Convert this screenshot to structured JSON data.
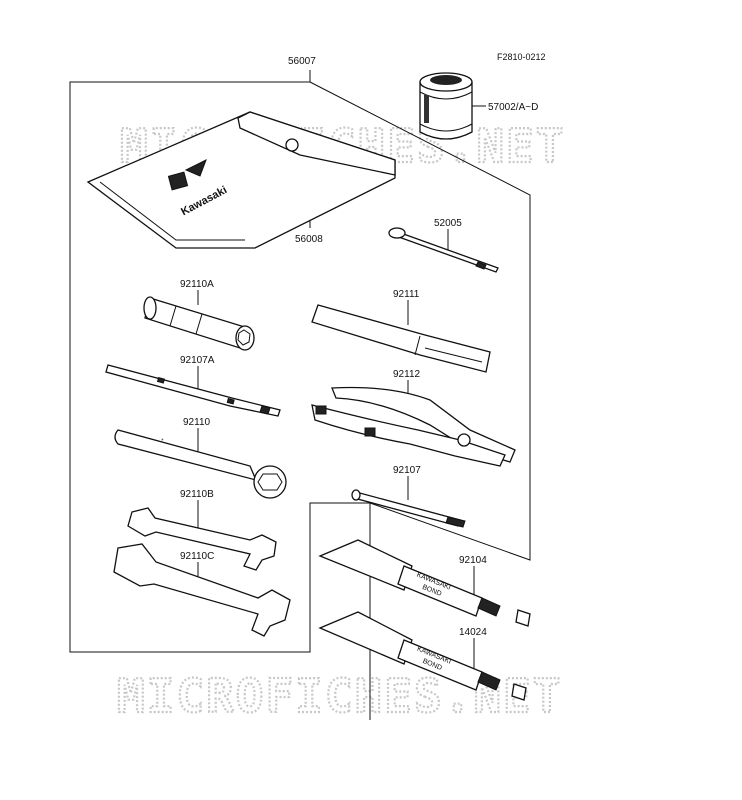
{
  "diagram_code": "F2810-0212",
  "watermark": "MICROFICHES.NET",
  "parts": {
    "p56007": "56007",
    "p57002": "57002/A~D",
    "p56008": "56008",
    "p52005": "52005",
    "p92110A": "92110A",
    "p92111": "92111",
    "p92107A": "92107A",
    "p92112": "92112",
    "p92110": "92110",
    "p92107": "92107",
    "p92110B": "92110B",
    "p92104": "92104",
    "p92110C": "92110C",
    "p14024": "14024"
  },
  "brand": "Kawasaki",
  "tube_text": [
    "KAWASAKI",
    "BOND"
  ]
}
